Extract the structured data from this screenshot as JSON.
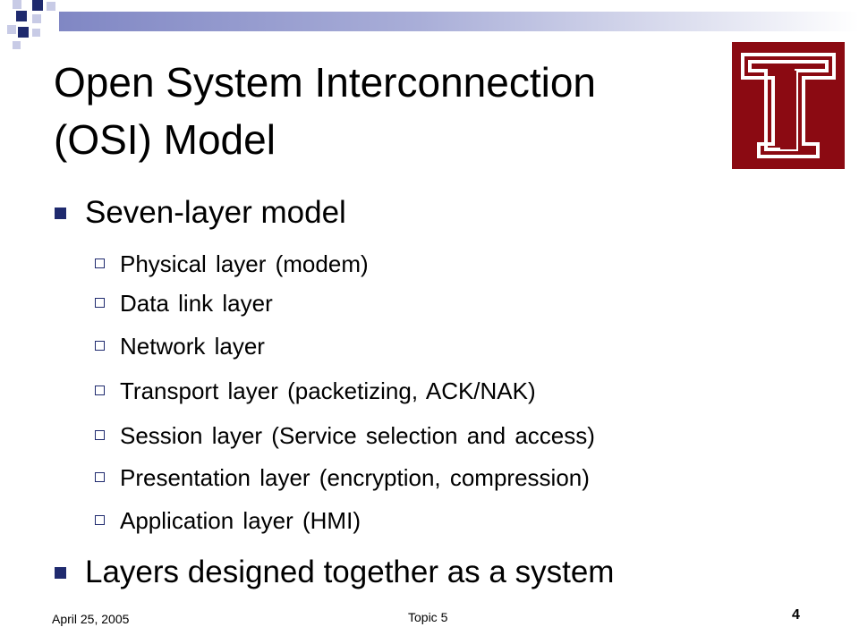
{
  "slide": {
    "title_line1": "Open System Interconnection",
    "title_line2": "(OSI) Model",
    "bullets": [
      {
        "text": "Seven-layer model",
        "sub": [
          "Physical layer (modem)",
          "Data link layer",
          "Network layer",
          "Transport layer (packetizing, ACK/NAK)",
          "Session layer (Service selection and access)",
          "Presentation layer (encryption, compression)",
          "Application layer (HMI)"
        ]
      },
      {
        "text": "Layers designed together as a system"
      }
    ]
  },
  "footer": {
    "date": "April 25, 2005",
    "topic": "Topic 5",
    "page": "4"
  },
  "colors": {
    "bullet": "#1f2a6e",
    "logo": "#8b0a12",
    "bar_start": "#8087c4"
  },
  "icons": {
    "logo": "temple-t-logo",
    "bullet_l1": "filled-square-bullet",
    "bullet_l2": "hollow-square-bullet"
  }
}
